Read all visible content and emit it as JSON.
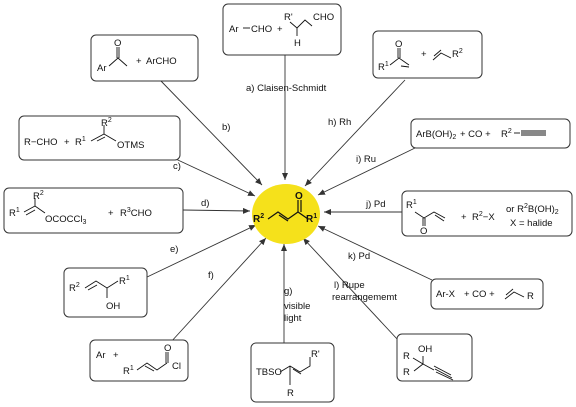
{
  "center": {
    "color": "#f5e11b",
    "r2": "R",
    "r2_sup": "2",
    "r1": "R",
    "r1_sup": "1",
    "o": "O"
  },
  "reactions": [
    {
      "id": "a",
      "label": "a) Claisen-Schmidt"
    },
    {
      "id": "b",
      "label": "b)"
    },
    {
      "id": "c",
      "label": "c)"
    },
    {
      "id": "d",
      "label": "d)"
    },
    {
      "id": "e",
      "label": "e)"
    },
    {
      "id": "f",
      "label": "f)"
    },
    {
      "id": "g",
      "label": "g)",
      "label2": "visible",
      "label3": "light"
    },
    {
      "id": "h",
      "label": "h) Rh"
    },
    {
      "id": "i",
      "label": "i) Ru"
    },
    {
      "id": "j",
      "label": "j) Pd"
    },
    {
      "id": "k",
      "label": "k) Pd"
    },
    {
      "id": "l",
      "label": "l) Rupe",
      "label2": "rearrangememt"
    }
  ],
  "boxes": {
    "a": {
      "t1": "Ar",
      "t2": "CHO",
      "plus": "+",
      "r": "R'",
      "h": "H",
      "cho": "CHO"
    },
    "b": {
      "ar": "Ar",
      "o": "O",
      "plus": "+",
      "archo": "ArCHO"
    },
    "c": {
      "rcho": "R−CHO",
      "plus": "+",
      "r1": "R",
      "r1s": "1",
      "r2": "R",
      "r2s": "2",
      "otms": "OTMS"
    },
    "d": {
      "r1": "R",
      "r1s": "1",
      "r2": "R",
      "r2s": "2",
      "oc": "OCOCCl",
      "oc_sub": "3",
      "plus": "+",
      "r3": "R",
      "r3s": "3",
      "cho": "CHO"
    },
    "e": {
      "r2": "R",
      "r2s": "2",
      "r1": "R",
      "r1s": "1",
      "oh": "OH"
    },
    "f": {
      "ar": "Ar",
      "plus": "+",
      "r1": "R",
      "r1s": "1",
      "o": "O",
      "cl": "Cl"
    },
    "g": {
      "tbso": "TBSO",
      "r": "R",
      "rp": "R'"
    },
    "h": {
      "o": "O",
      "r1": "R",
      "r1s": "1",
      "plus": "+",
      "r2": "R",
      "r2s": "2"
    },
    "i": {
      "arb": "ArB(OH)",
      "arb_sub": "2",
      "plus1": "+ CO +",
      "r2": "R",
      "r2s": "2"
    },
    "j": {
      "r1": "R",
      "r1s": "1",
      "o": "O",
      "plus": "+",
      "r2x": "R",
      "r2xs": "2",
      "x": "−X",
      "or": "or R",
      "ors": "2",
      "b": "B(OH)",
      "bs": "2",
      "xh": "X = halide"
    },
    "k": {
      "arx": "Ar-X",
      "plus1": "+ CO +",
      "r": "R"
    },
    "l": {
      "oh": "OH",
      "r1": "R",
      "r2": "R"
    }
  }
}
